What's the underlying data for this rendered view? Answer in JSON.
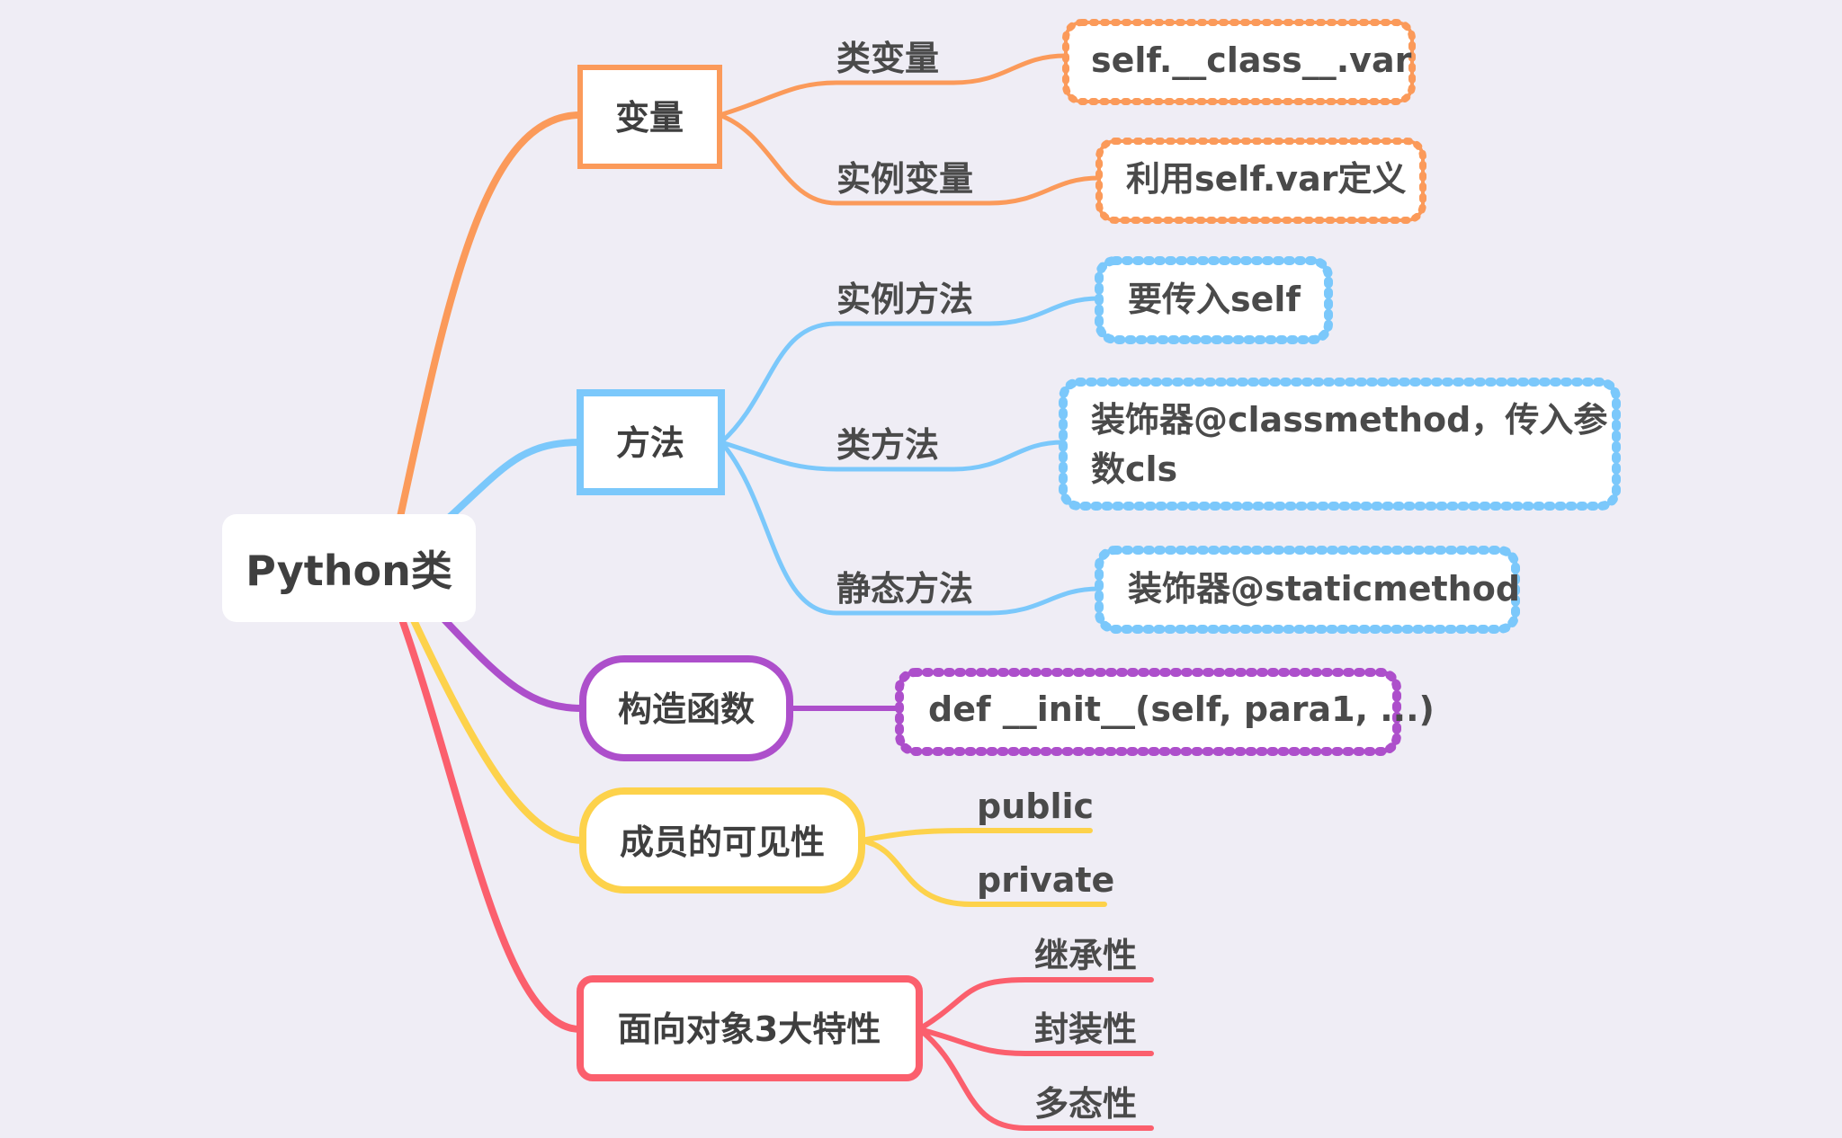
{
  "colors": {
    "background": "#efedf5",
    "orange": "#fb9a5a",
    "blue": "#7bc8fb",
    "purple": "#ad4fcb",
    "yellow": "#fdd24b",
    "red": "#fb5f6d"
  },
  "root": {
    "label": "Python类"
  },
  "branches": [
    {
      "label": "变量",
      "color": "orange",
      "children": [
        {
          "label": "类变量",
          "note": "self.__class__.var"
        },
        {
          "label": "实例变量",
          "note": "利用self.var定义"
        }
      ]
    },
    {
      "label": "方法",
      "color": "blue",
      "children": [
        {
          "label": "实例方法",
          "note": "要传入self"
        },
        {
          "label": "类方法",
          "note_lines": [
            "装饰器@classmethod，传入参",
            "数cls"
          ]
        },
        {
          "label": "静态方法",
          "note": "装饰器@staticmethod"
        }
      ]
    },
    {
      "label": "构造函数",
      "color": "purple",
      "note": "def __init__(self, para1, ...)"
    },
    {
      "label": "成员的可见性",
      "color": "yellow",
      "children": [
        {
          "label": "public"
        },
        {
          "label": "private"
        }
      ]
    },
    {
      "label": "面向对象3大特性",
      "color": "red",
      "children": [
        {
          "label": "继承性"
        },
        {
          "label": "封装性"
        },
        {
          "label": "多态性"
        }
      ]
    }
  ]
}
